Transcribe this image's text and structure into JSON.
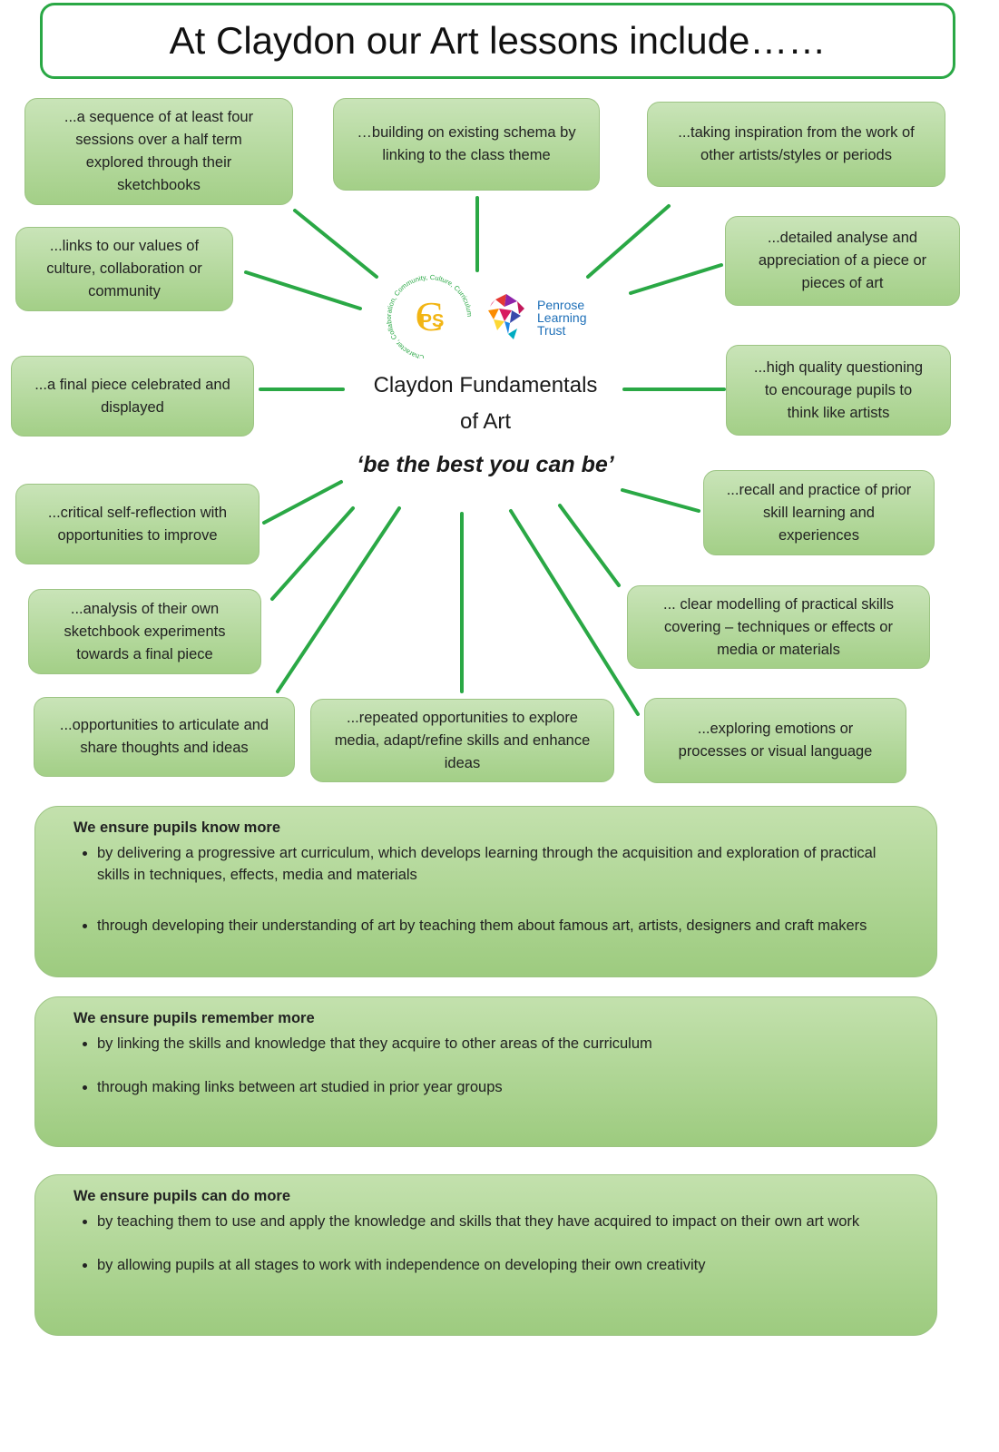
{
  "title": "At Claydon our Art lessons include……",
  "center": {
    "title": "Claydon Fundamentals\nof Art",
    "motto": "‘be the best you can be’",
    "seal_letters": "CPS",
    "seal_ring": "Character, Collaboration, Community, Culture, Curriculum",
    "trust_name": [
      "Penrose",
      "Learning",
      "Trust"
    ]
  },
  "spokes": [
    "...a sequence of at least four\nsessions over a half term\nexplored through their\nsketchbooks",
    "…building on existing schema by\nlinking to the class theme",
    "...taking inspiration from the work of\nother artists/styles or periods",
    "...links to our values of\nculture, collaboration or\ncommunity",
    "...detailed analyse and\nappreciation of a piece or\npieces of art",
    "...a final piece celebrated and\ndisplayed",
    "...high quality questioning\nto encourage pupils to\nthink like artists",
    "...critical self-reflection with\nopportunities to improve",
    "...recall and practice of prior\nskill learning and\nexperiences",
    "...analysis of their own\nsketchbook experiments\ntowards a final piece",
    "... clear modelling of practical skills\ncovering – techniques or effects or\nmedia or materials",
    "...opportunities to articulate and\nshare thoughts and ideas",
    "...repeated opportunities to explore\nmedia, adapt/refine skills and enhance\nideas",
    "...exploring emotions or\nprocesses or visual language"
  ],
  "sections": [
    {
      "heading": "We ensure pupils know more",
      "bullets": [
        "by delivering a progressive art curriculum, which develops learning through the acquisition and exploration of practical skills in techniques, effects, media and materials",
        "through developing their understanding of art by teaching them about famous art, artists, designers and craft makers"
      ]
    },
    {
      "heading": "We ensure pupils remember more",
      "bullets": [
        "by linking the skills and knowledge that they acquire to other areas of the curriculum",
        "through making links between art studied in prior year groups"
      ]
    },
    {
      "heading": "We ensure pupils can do more",
      "bullets": [
        "by teaching them to use and apply the knowledge and skills that they have acquired to impact on their own art work",
        "by allowing pupils at all stages to work with independence on developing their own creativity"
      ]
    }
  ],
  "colors": {
    "accent_green": "#2aa845",
    "box_green_light": "#c9e4b8",
    "box_green_dark": "#a3cf87",
    "seal_yellow": "#f2b514",
    "trust_blue": "#1d6fb8"
  }
}
